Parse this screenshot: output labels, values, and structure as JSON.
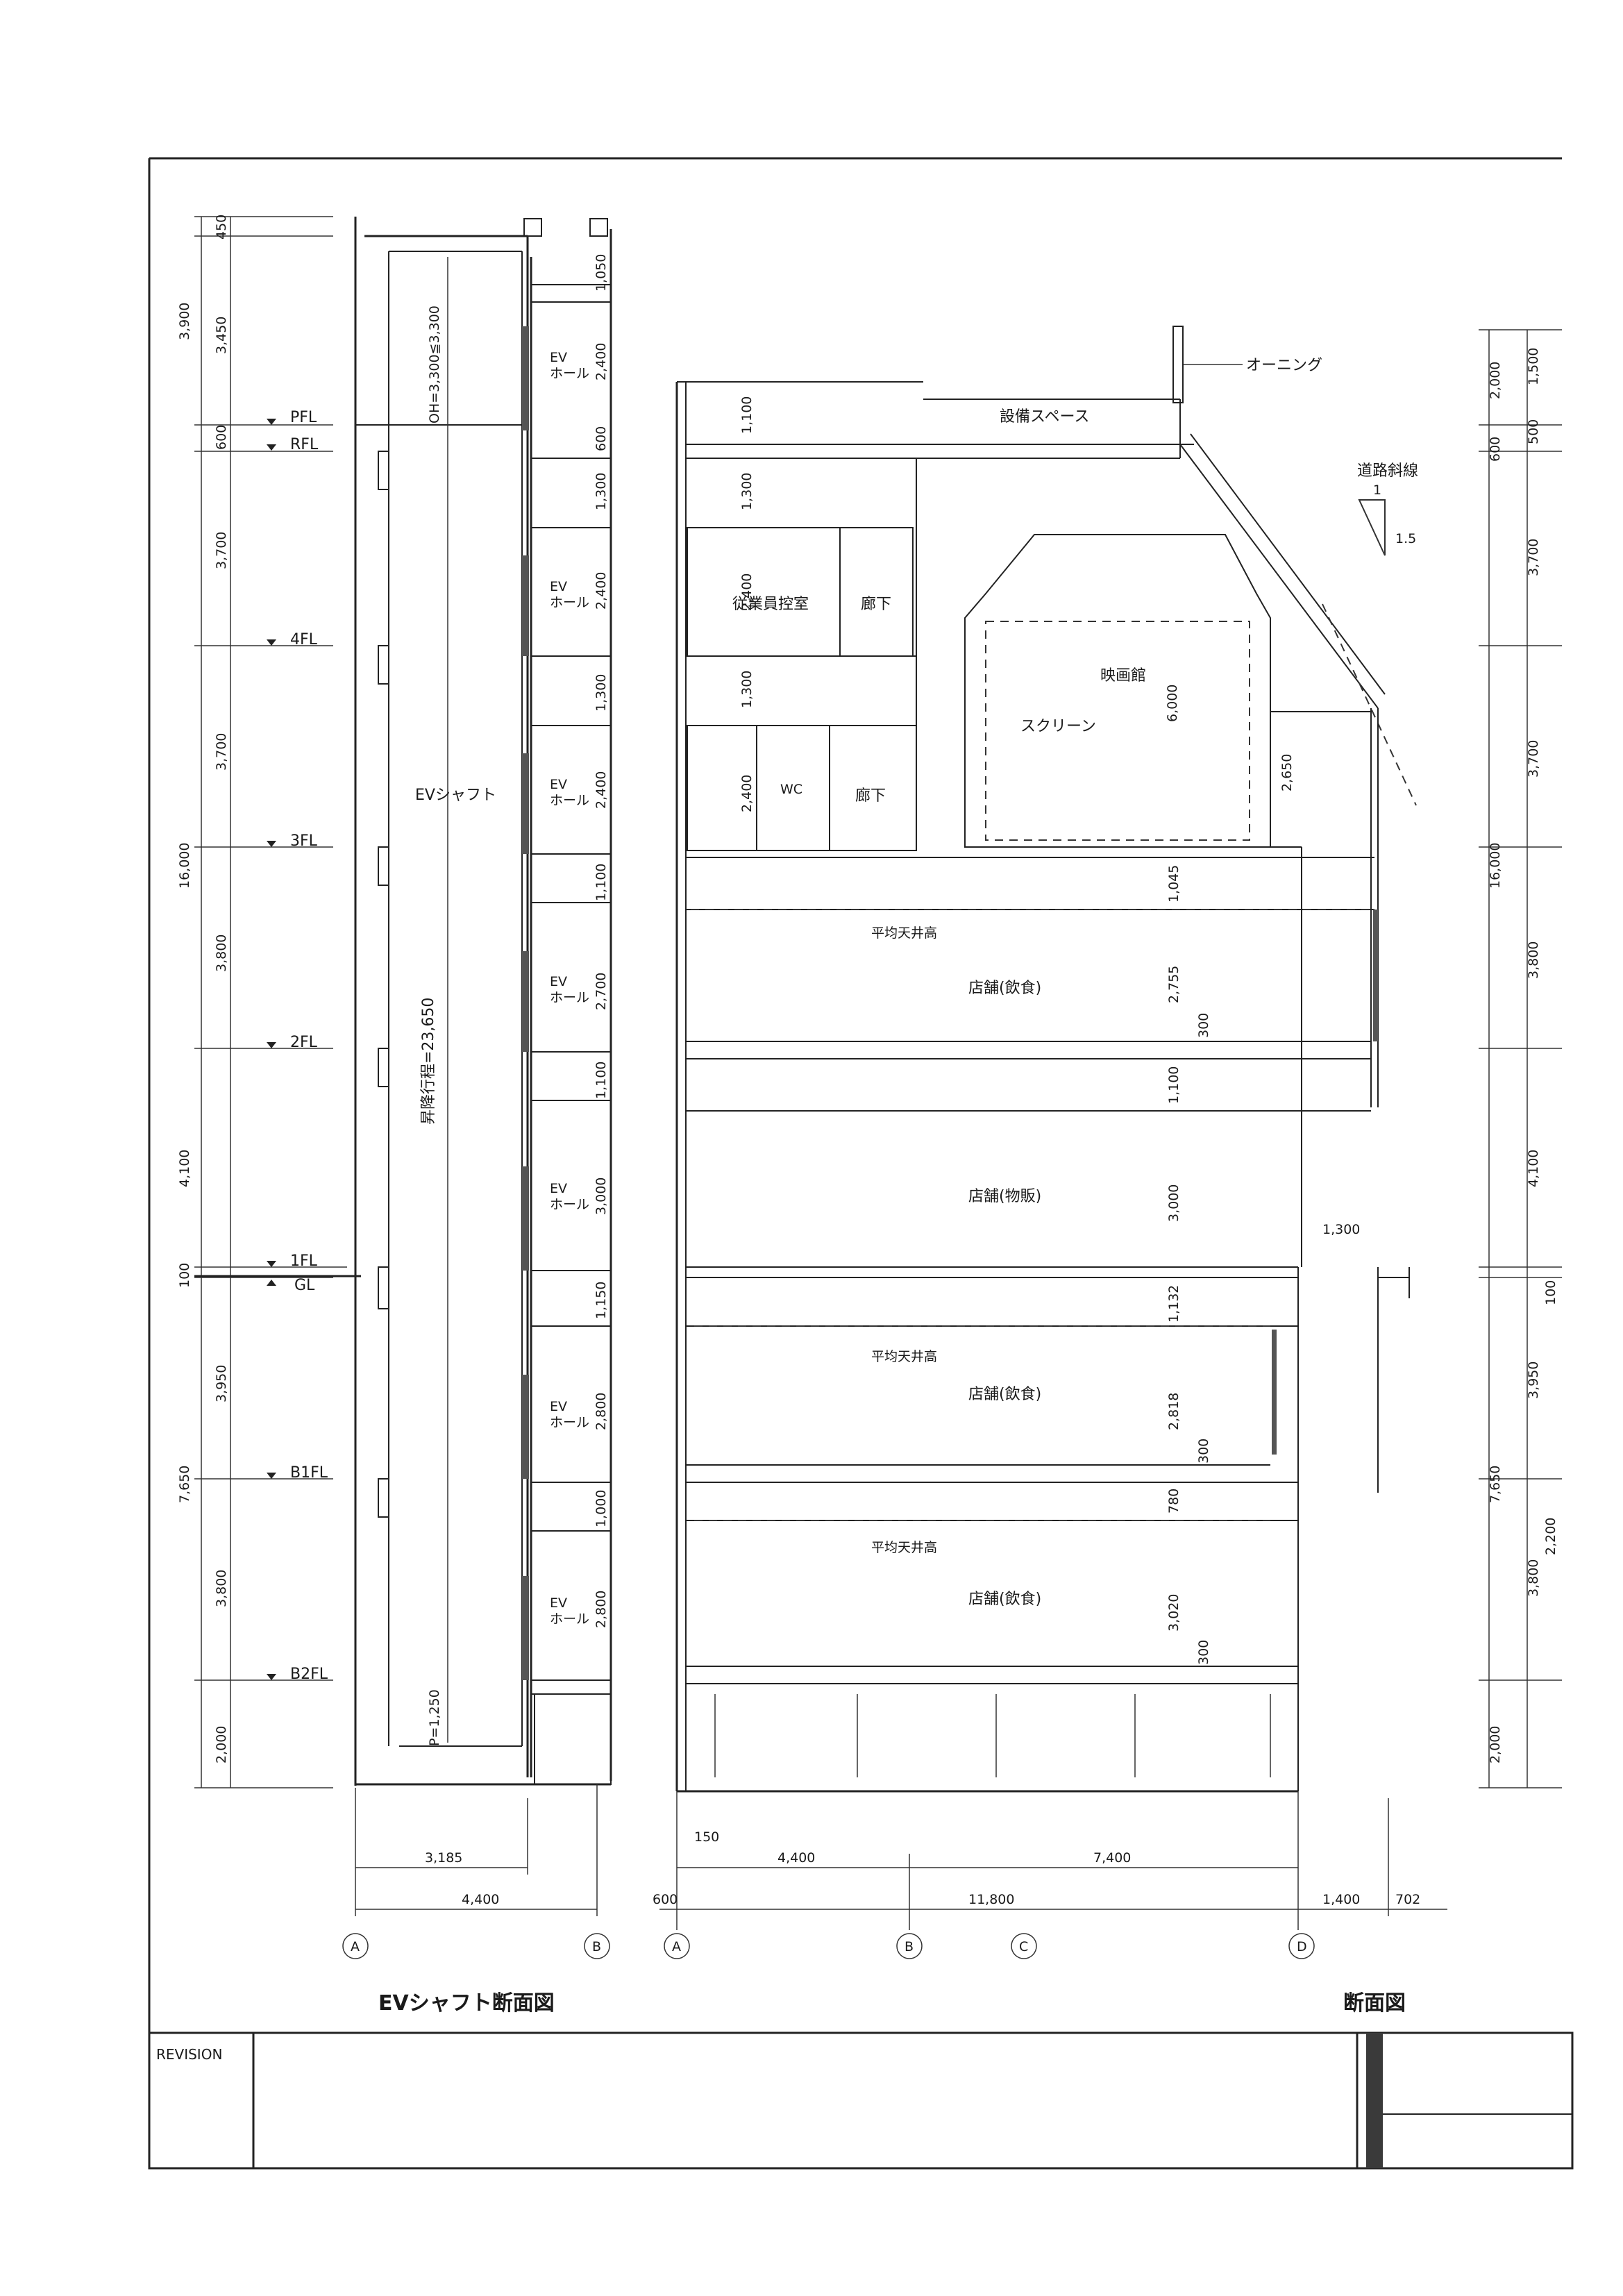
{
  "drawing_ev": {
    "title": "EVシャフト断面図",
    "shaft_label": "EVシャフト",
    "oh_label": "OH=3,300≦3,300",
    "travel_label": "昇降行程=23,650",
    "pit_label": "P=1,250",
    "hall_label_top": "EV",
    "hall_label_bottom": "ホール",
    "levels": [
      "PFL",
      "RFL",
      "4FL",
      "3FL",
      "2FL",
      "1FL",
      "GL",
      "B1FL",
      "B2FL"
    ],
    "left_dims": {
      "total_top": "16,000",
      "total_bottom": "7,650",
      "d3900": "3,900",
      "d450": "450",
      "d3450": "3,450",
      "d600": "600",
      "d3700a": "3,700",
      "d3700b": "3,700",
      "d3800a": "3,800",
      "d4100": "4,100",
      "d100": "100",
      "d3950": "3,950",
      "d3800b": "3,800",
      "d2000": "2,000"
    },
    "right_dims": [
      "1,050",
      "2,400",
      "600",
      "1,300",
      "2,400",
      "1,300",
      "2,400",
      "1,100",
      "2,700",
      "1,100",
      "3,000",
      "1,150",
      "2,800",
      "1,000",
      "2,800"
    ],
    "bottom_dims": {
      "inner": "3,185",
      "outer": "4,400"
    },
    "grid": [
      "A",
      "B"
    ]
  },
  "drawing_section": {
    "title": "断面図",
    "awning": "オーニング",
    "road_line": "道路斜線",
    "slope_1": "1",
    "slope_15": "1.5",
    "equipment_space": "設備スペース",
    "staff_room": "従業員控室",
    "corridor": "廊下",
    "wc": "WC",
    "cinema": "映画館",
    "screen": "スクリーン",
    "avg_ceiling": "平均天井高",
    "shop_food": "店舗(飲食)",
    "shop_retail": "店舗(物販)",
    "inner_dims": {
      "a1100": "1,100",
      "a1300": "1,300",
      "a2400": "2,400",
      "b1300": "1,300",
      "b2400": "2,400",
      "c6000": "6,000",
      "c2650": "2,650",
      "d1045": "1,045",
      "d2755": "2,755",
      "d300a": "300",
      "d1100": "1,100",
      "d3000": "3,000",
      "d1132": "1,132",
      "d2818": "2,818",
      "d300b": "300",
      "d780": "780",
      "d3020": "3,020",
      "d300c": "300",
      "w1300": "1,300"
    },
    "right_dims": {
      "total_top": "16,000",
      "total_bottom": "7,650",
      "d2000a": "2,000",
      "d1500": "1,500",
      "d600": "600",
      "d500": "500",
      "d3700a": "3,700",
      "d3700b": "3,700",
      "d3800a": "3,800",
      "d4100": "4,100",
      "d100": "100",
      "d3950": "3,950",
      "d2200": "2,200",
      "d3800b": "3,800",
      "d2000b": "2,000"
    },
    "bottom_dims": {
      "d150": "150",
      "d4400": "4,400",
      "d7400": "7,400",
      "d600": "600",
      "d11800": "11,800",
      "d1400": "1,400",
      "d702": "702"
    },
    "grid": [
      "A",
      "B",
      "C",
      "D"
    ]
  },
  "title_block": {
    "revision": "REVISION"
  }
}
